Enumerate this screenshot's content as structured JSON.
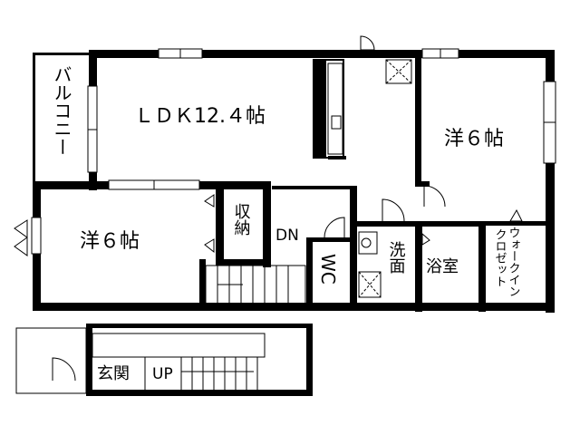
{
  "rooms": {
    "ldk": "ＬＤＫ12.４帖",
    "west_room": "洋６帖",
    "east_room": "洋６帖",
    "balcony": "バルコニー",
    "storage": "収納",
    "down": "DN",
    "wc": "WC",
    "washroom": "洗面",
    "bathroom": "浴室",
    "walk_in_closet_line1": "ウォークイン",
    "walk_in_closet_line2": "クロゼット",
    "entrance": "玄関",
    "up": "UP"
  }
}
